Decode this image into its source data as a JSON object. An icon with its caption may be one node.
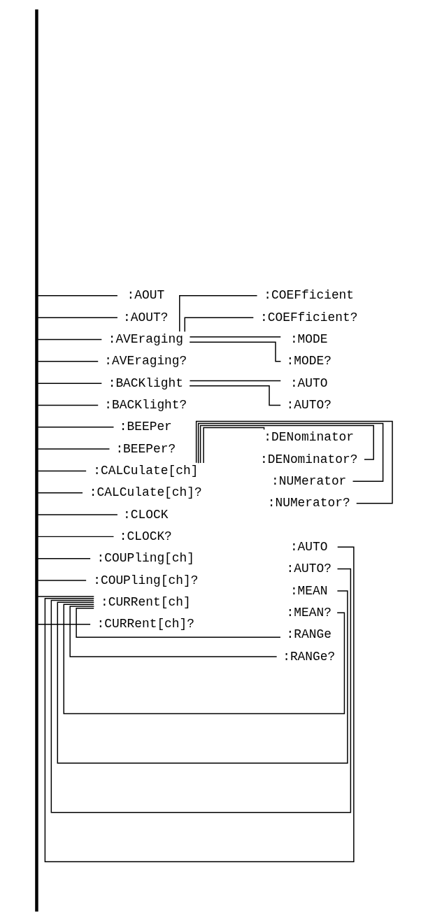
{
  "diagram": {
    "nodes": [
      {
        "text": [],
        "shape": "bar"
      },
      {
        "text": [
          ":AOUT"
        ]
      },
      {
        "text": [
          ":AOUT?"
        ]
      },
      {
        "text": [
          ":AVEraging"
        ]
      },
      {
        "text": [
          ":AVEraging?"
        ]
      },
      {
        "text": [
          ":COEFficient"
        ]
      },
      {
        "text": [
          ":COEFficient?"
        ]
      },
      {
        "text": [
          ":MODE"
        ]
      },
      {
        "text": [
          ":MODE?"
        ]
      },
      {
        "text": [
          ":BACKlight"
        ]
      },
      {
        "text": [
          ":BACKlight?"
        ]
      },
      {
        "text": [
          ":AUTO"
        ]
      },
      {
        "text": [
          ":AUTO?"
        ]
      },
      {
        "text": [
          ":BEEPer"
        ]
      },
      {
        "text": [
          ":BEEPer?"
        ]
      },
      {
        "text": [
          ":CALCulate[ch]"
        ]
      },
      {
        "text": [
          ":CALCulate[ch]?"
        ]
      },
      {
        "text": [
          ":DENominator"
        ]
      },
      {
        "text": [
          ":DENominator?"
        ]
      },
      {
        "text": [
          ":NUMerator"
        ]
      },
      {
        "text": [
          ":NUMerator?"
        ]
      },
      {
        "text": [
          ":CLOCK"
        ]
      },
      {
        "text": [
          ":CLOCK?"
        ]
      },
      {
        "text": [
          ":COUPling[ch]"
        ]
      },
      {
        "text": [
          ":COUPling[ch]?"
        ]
      },
      {
        "text": [
          ":CURRent[ch]"
        ]
      },
      {
        "text": [
          ":CURRent[ch]?"
        ]
      },
      {
        "text": [
          ":AUTO"
        ]
      },
      {
        "text": [
          ":AUTO?"
        ]
      },
      {
        "text": [
          ":MEAN"
        ]
      },
      {
        "text": [
          ":MEAN?"
        ]
      },
      {
        "text": [
          ":RANGe"
        ]
      },
      {
        "text": [
          ":RANGe?"
        ]
      }
    ],
    "edges": [
      {
        "from": 0,
        "to": 1,
        "arrow": "none"
      },
      {
        "from": 0,
        "to": 2,
        "arrow": "none"
      },
      {
        "from": 0,
        "to": 3,
        "arrow": "none"
      },
      {
        "from": 0,
        "to": 4,
        "arrow": "none"
      },
      {
        "from": 3,
        "to": 5,
        "arrow": "none"
      },
      {
        "from": 3,
        "to": 6,
        "arrow": "none"
      },
      {
        "from": 3,
        "to": 7,
        "arrow": "none"
      },
      {
        "from": 3,
        "to": 8,
        "arrow": "none"
      },
      {
        "from": 0,
        "to": 9,
        "arrow": "none"
      },
      {
        "from": 0,
        "to": 10,
        "arrow": "none"
      },
      {
        "from": 9,
        "to": 11,
        "arrow": "none"
      },
      {
        "from": 9,
        "to": 12,
        "arrow": "none"
      },
      {
        "from": 0,
        "to": 13,
        "arrow": "none"
      },
      {
        "from": 0,
        "to": 14,
        "arrow": "none"
      },
      {
        "from": 0,
        "to": 15,
        "arrow": "none"
      },
      {
        "from": 0,
        "to": 16,
        "arrow": "none"
      },
      {
        "from": 15,
        "to": 17,
        "arrow": "none"
      },
      {
        "from": 15,
        "to": 18,
        "arrow": "none"
      },
      {
        "from": 15,
        "to": 19,
        "arrow": "none"
      },
      {
        "from": 15,
        "to": 20,
        "arrow": "none"
      },
      {
        "from": 0,
        "to": 21,
        "arrow": "none"
      },
      {
        "from": 0,
        "to": 22,
        "arrow": "none"
      },
      {
        "from": 0,
        "to": 23,
        "arrow": "none"
      },
      {
        "from": 0,
        "to": 24,
        "arrow": "none"
      },
      {
        "from": 0,
        "to": 25,
        "arrow": "none"
      },
      {
        "from": 0,
        "to": 26,
        "arrow": "none"
      },
      {
        "from": 25,
        "to": 27,
        "arrow": "none"
      },
      {
        "from": 25,
        "to": 28,
        "arrow": "none"
      },
      {
        "from": 25,
        "to": 29,
        "arrow": "none"
      },
      {
        "from": 25,
        "to": 30,
        "arrow": "none"
      },
      {
        "from": 25,
        "to": 31,
        "arrow": "none"
      },
      {
        "from": 25,
        "to": 32,
        "arrow": "none"
      }
    ]
  }
}
